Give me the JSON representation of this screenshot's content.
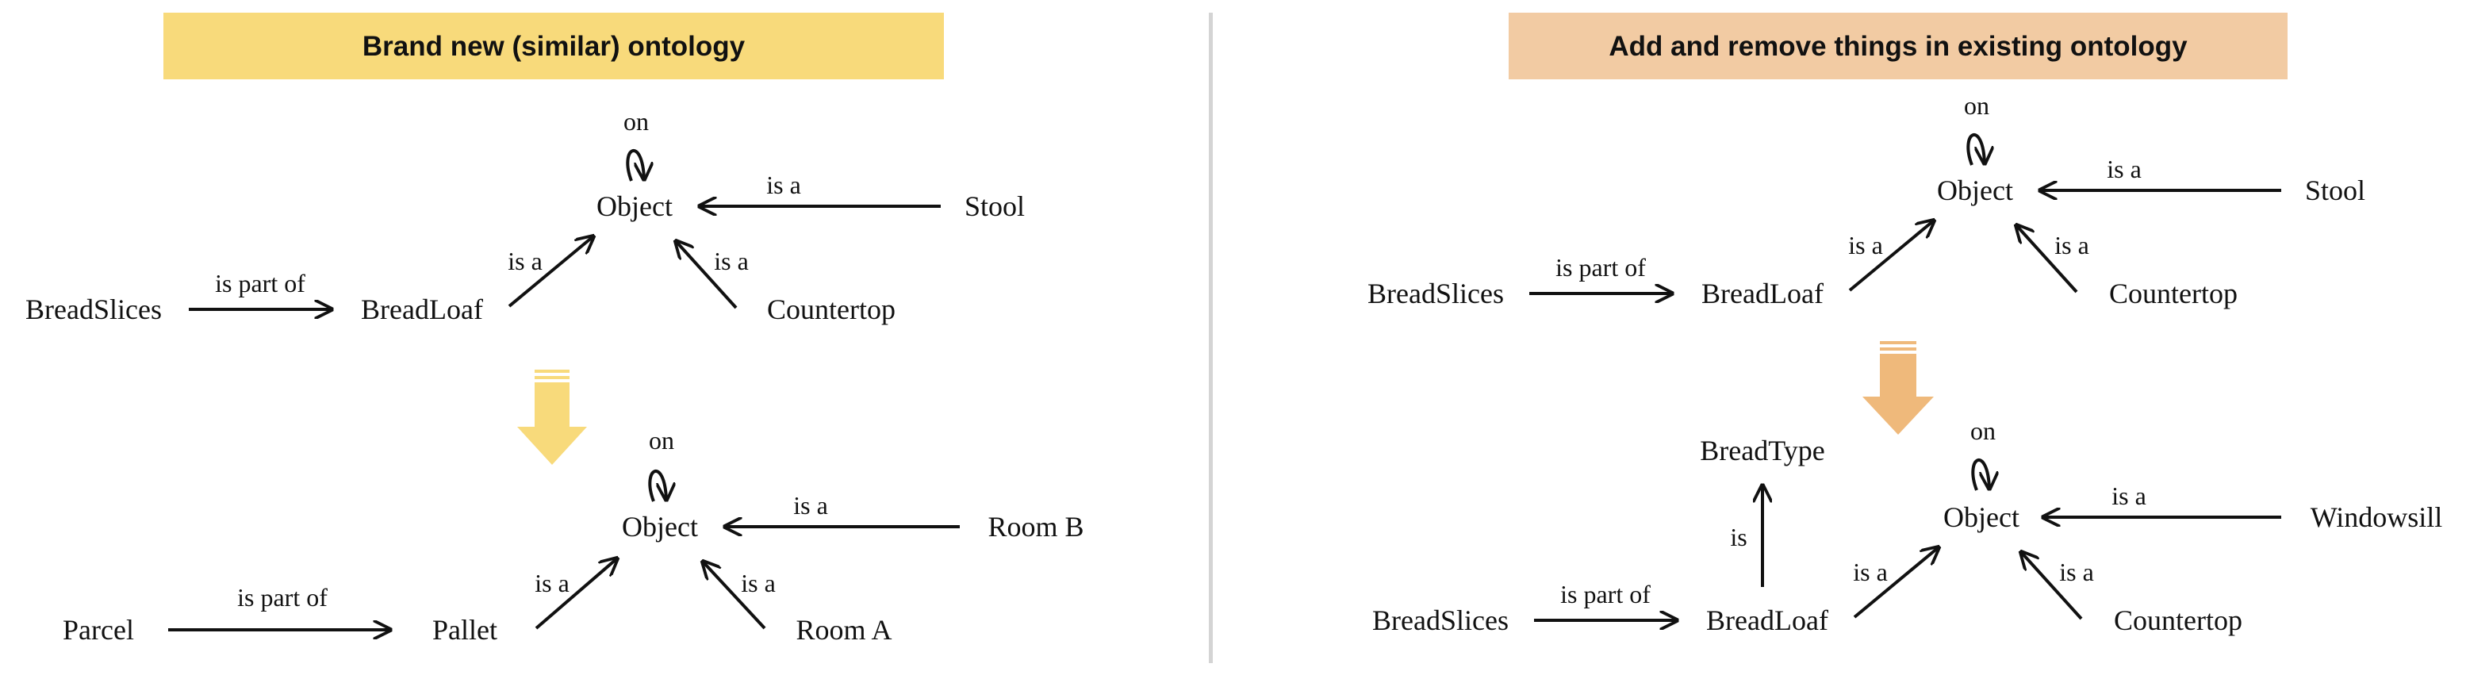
{
  "colors": {
    "left_accent": "#f8da7b",
    "right_accent": "#f2cba3",
    "left_arrow": "#f8da7b",
    "right_arrow": "#efb97b",
    "divider": "#d4d4d4",
    "ink": "#111111"
  },
  "left_panel": {
    "title": "Brand new (similar) ontology",
    "before": {
      "nodes": {
        "on": "on",
        "object": "Object",
        "stool": "Stool",
        "bread_slices": "BreadSlices",
        "bread_loaf": "BreadLoaf",
        "countertop": "Countertop"
      },
      "edges": {
        "stool_object": "is a",
        "slices_loaf": "is part of",
        "loaf_object": "is a",
        "countertop_object": "is a"
      }
    },
    "after": {
      "nodes": {
        "on": "on",
        "object": "Object",
        "room_b": "Room B",
        "parcel": "Parcel",
        "pallet": "Pallet",
        "room_a": "Room A"
      },
      "edges": {
        "roomb_object": "is a",
        "parcel_pallet": "is part of",
        "pallet_object": "is a",
        "rooma_object": "is a"
      }
    }
  },
  "right_panel": {
    "title": "Add and remove things in existing ontology",
    "before": {
      "nodes": {
        "on": "on",
        "object": "Object",
        "stool": "Stool",
        "bread_slices": "BreadSlices",
        "bread_loaf": "BreadLoaf",
        "countertop": "Countertop"
      },
      "edges": {
        "stool_object": "is a",
        "slices_loaf": "is part of",
        "loaf_object": "is a",
        "countertop_object": "is a"
      }
    },
    "after": {
      "nodes": {
        "on": "on",
        "object": "Object",
        "bread_type": "BreadType",
        "windowsill": "Windowsill",
        "bread_slices": "BreadSlices",
        "bread_loaf": "BreadLoaf",
        "countertop": "Countertop"
      },
      "edges": {
        "loaf_type": "is",
        "windowsill_object": "is a",
        "slices_loaf": "is part of",
        "loaf_object": "is a",
        "countertop_object": "is a"
      }
    }
  }
}
